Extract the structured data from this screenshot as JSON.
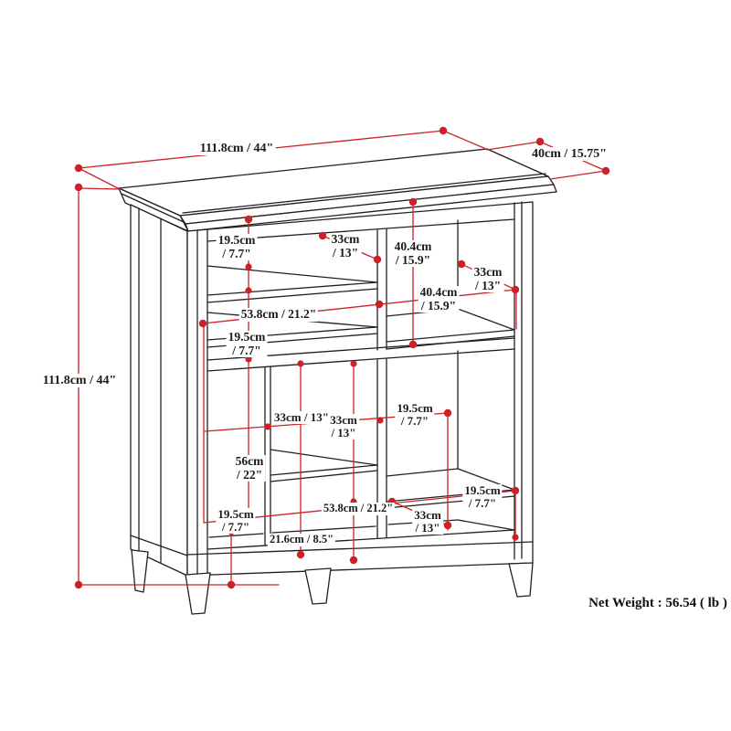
{
  "colors": {
    "dimension_line": "#cc2127",
    "drawing_line": "#231f20",
    "background": "#ffffff",
    "label_text": "#1a1a1a"
  },
  "footer": {
    "net_weight": "Net Weight : 56.54 ( lb )"
  },
  "labels": [
    {
      "id": "top-width",
      "lines": [
        "111.8cm / 44\""
      ]
    },
    {
      "id": "top-depth",
      "lines": [
        "40cm / 15.75\""
      ]
    },
    {
      "id": "overall-height",
      "lines": [
        "111.8cm / 44\""
      ]
    },
    {
      "id": "upper-left-shelf-height",
      "lines": [
        "19.5cm",
        "/ 7.7\""
      ]
    },
    {
      "id": "upper-shelf-depth",
      "lines": [
        "33cm",
        "/ 13\""
      ]
    },
    {
      "id": "upper-right-opening-height",
      "lines": [
        "40.4cm",
        "/ 15.9\""
      ]
    },
    {
      "id": "right-shelf-depth",
      "lines": [
        "33cm",
        "/ 13\""
      ]
    },
    {
      "id": "upper-right-width",
      "lines": [
        "40.4cm",
        "/ 15.9\""
      ]
    },
    {
      "id": "upper-shelf-width",
      "lines": [
        "53.8cm / 21.2\""
      ]
    },
    {
      "id": "mid-left-shelf-height",
      "lines": [
        "19.5cm",
        "/ 7.7\""
      ]
    },
    {
      "id": "lower-mid-width-a",
      "lines": [
        "33cm / 13\""
      ]
    },
    {
      "id": "lower-mid-width-b",
      "lines": [
        "33cm",
        "/ 13\""
      ]
    },
    {
      "id": "lower-right-width",
      "lines": [
        "19.5cm",
        "/ 7.7\""
      ]
    },
    {
      "id": "lower-section-height",
      "lines": [
        "56cm",
        "/ 22\""
      ]
    },
    {
      "id": "lower-shelf-width",
      "lines": [
        "53.8cm / 21.2\""
      ]
    },
    {
      "id": "lower-shelf-depth",
      "lines": [
        "33cm",
        "/ 13\""
      ]
    },
    {
      "id": "base-left-height",
      "lines": [
        "19.5cm",
        "/ 7.7\""
      ]
    },
    {
      "id": "right-shelf-floor-height",
      "lines": [
        "19.5cm",
        "/ 7.7\""
      ]
    },
    {
      "id": "base-opening-width",
      "lines": [
        "21.6cm / 8.5\""
      ]
    }
  ]
}
